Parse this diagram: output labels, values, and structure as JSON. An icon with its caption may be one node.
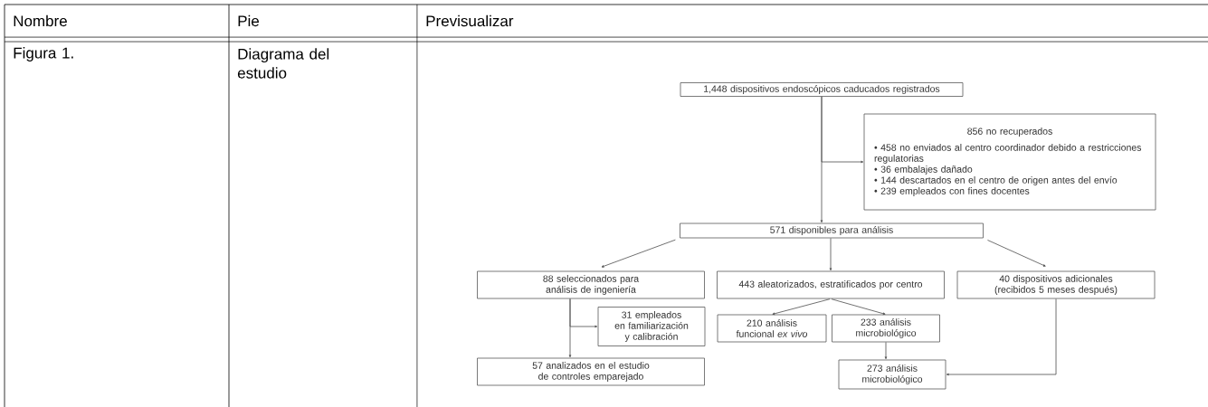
{
  "diagram": {
    "nodes": [
      {
        "text": [
          "1,448 dispositivos endoscópicos caducados registrados"
        ]
      },
      {
        "text": [
          "856 no recuperados",
          "• 458 no enviados al centro coordinador debido a restricciones regulatorias",
          "• 36 embalajes dañado",
          "• 144 descartados en el centro de origen antes del envío",
          "• 239 empleados con fines docentes"
        ]
      },
      {
        "text": [
          "571 disponibles para análisis"
        ]
      },
      {
        "text": [
          "88 seleccionados para análisis de ingeniería"
        ]
      },
      {
        "text": [
          "443 aleatorizados, estratificados por centro"
        ]
      },
      {
        "text": [
          "40 dispositivos adicionales (recibidos 5 meses después)"
        ]
      },
      {
        "text": [
          "31 empleados en familiarización y calibración"
        ]
      },
      {
        "text": [
          "210 análisis funcional *ex vivo*"
        ]
      },
      {
        "text": [
          "233 análisis microbiológico"
        ]
      },
      {
        "text": [
          "57 analizados en el estudio de controles emparejado"
        ]
      },
      {
        "text": [
          "273 análisis microbiológico"
        ]
      }
    ],
    "edges": [
      {
        "from": 0,
        "to": 2,
        "arrow": "to"
      },
      {
        "from": 0,
        "to": 1,
        "arrow": "to"
      },
      {
        "from": 2,
        "to": 3,
        "arrow": "to"
      },
      {
        "from": 2,
        "to": 4,
        "arrow": "to"
      },
      {
        "from": 2,
        "to": 5,
        "arrow": "to"
      },
      {
        "from": 3,
        "to": 9,
        "arrow": "to"
      },
      {
        "from": 3,
        "to": 6,
        "arrow": "to"
      },
      {
        "from": 4,
        "to": 7,
        "arrow": "to"
      },
      {
        "from": 4,
        "to": 8,
        "arrow": "to"
      },
      {
        "from": 8,
        "to": 10,
        "arrow": "to"
      },
      {
        "from": 5,
        "to": 10,
        "arrow": "to"
      }
    ],
    "labels": [
      "Nombre",
      "Pie",
      "Previsualizar",
      "Figura 1.",
      "Diagrama del estudio"
    ]
  }
}
